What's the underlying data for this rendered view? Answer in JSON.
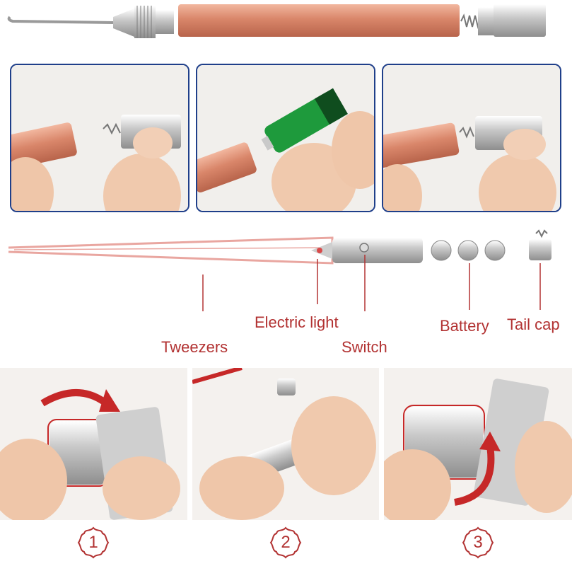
{
  "labels": {
    "electric_light": "Electric light",
    "battery": "Battery",
    "tail_cap": "Tail cap",
    "tweezers": "Tweezers",
    "switch": "Switch"
  },
  "steps": [
    "1",
    "2",
    "3"
  ],
  "colors": {
    "label": "#b23232",
    "panel_border": "#1f3f8a",
    "copper": "#d9866a",
    "battery_green": "#1e9a3c",
    "arrow": "#c62828"
  }
}
